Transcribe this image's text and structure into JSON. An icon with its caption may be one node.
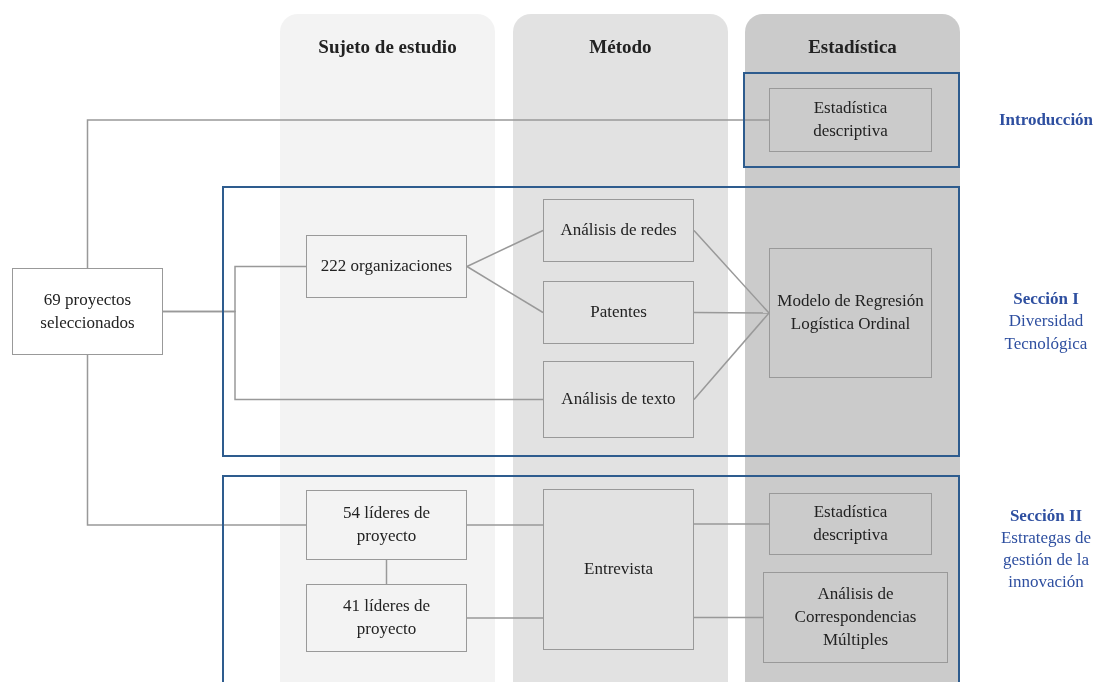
{
  "diagram": {
    "nodes": [
      {
        "text": [
          "Introducción"
        ]
      },
      {
        "text": [
          "Sección I",
          "Diversidad Tecnológica"
        ]
      },
      {
        "text": [
          "Sección II",
          "Estrategas de gestión de la innovación"
        ]
      },
      {
        "text": [
          "69 proyectos seleccionados"
        ]
      },
      {
        "text": [
          "Estadística descriptiva"
        ],
        "in": 0
      },
      {
        "text": [
          "222 organizaciones"
        ],
        "in": 1
      },
      {
        "text": [
          "Análisis de redes"
        ],
        "in": 1
      },
      {
        "text": [
          "Patentes"
        ],
        "in": 1
      },
      {
        "text": [
          "Análisis de texto"
        ],
        "in": 1
      },
      {
        "text": [
          "Modelo de Regresión Logística Ordinal"
        ],
        "in": 1
      },
      {
        "text": [
          "54 líderes de proyecto"
        ],
        "in": 2
      },
      {
        "text": [
          "41 líderes de proyecto"
        ],
        "in": 2
      },
      {
        "text": [
          "Entrevista"
        ],
        "in": 2
      },
      {
        "text": [
          "Estadística descriptiva"
        ],
        "in": 2
      },
      {
        "text": [
          "Análisis de Correspondencias Múltiples"
        ],
        "in": 2
      }
    ],
    "edges": [
      {
        "from": 3,
        "to": 4,
        "arrow": "none"
      },
      {
        "from": 3,
        "to": 5,
        "arrow": "none"
      },
      {
        "from": 3,
        "to": 8,
        "arrow": "none"
      },
      {
        "from": 3,
        "to": 10,
        "arrow": "none"
      },
      {
        "from": 5,
        "to": 6,
        "arrow": "none"
      },
      {
        "from": 5,
        "to": 7,
        "arrow": "none"
      },
      {
        "from": 6,
        "to": 9,
        "arrow": "none"
      },
      {
        "from": 7,
        "to": 9,
        "arrow": "none"
      },
      {
        "from": 8,
        "to": 9,
        "arrow": "none"
      },
      {
        "from": 10,
        "to": 11,
        "arrow": "none"
      },
      {
        "from": 10,
        "to": 12,
        "arrow": "none"
      },
      {
        "from": 11,
        "to": 12,
        "arrow": "none"
      },
      {
        "from": 12,
        "to": 13,
        "arrow": "none"
      },
      {
        "from": 12,
        "to": 14,
        "arrow": "none"
      }
    ],
    "labels": [
      "Sujeto de estudio",
      "Método",
      "Estadística"
    ]
  }
}
